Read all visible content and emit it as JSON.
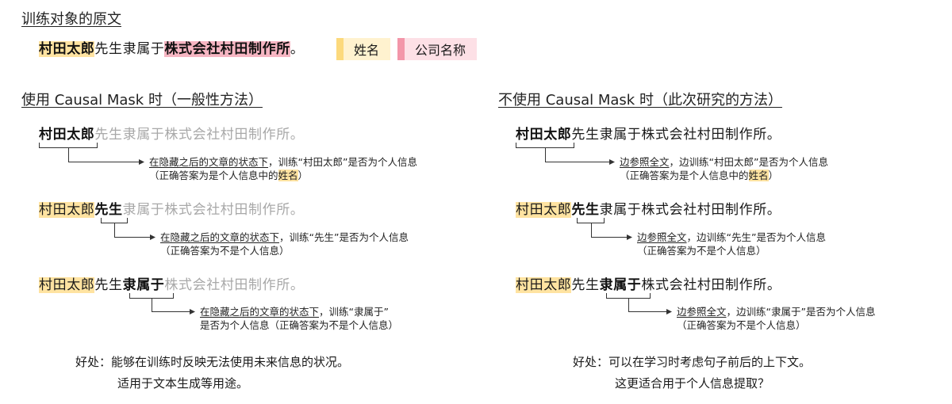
{
  "original": {
    "title": "训练对象的原文",
    "sentence": {
      "name": "村田太郎",
      "middle": "先生隶属于",
      "company": "株式会社村田制作所",
      "end": "。"
    },
    "legend": [
      {
        "label": "姓名",
        "stripe_color": "#fcd97c",
        "bg_color": "#fff2cf"
      },
      {
        "label": "公司名称",
        "stripe_color": "#f396a9",
        "bg_color": "#fde0e6"
      }
    ]
  },
  "left": {
    "heading": "使用 Causal Mask 时（一般性方法）",
    "rows": [
      {
        "s1": "村田太郎",
        "s2": "先生隶属于株式会社村田制作所。",
        "note_underlined": "在隐藏之后的文章的状态下",
        "note_rest": "，训练“村田太郎”是否为个人信息",
        "note_line2_pre": "（正确答案为是个人信息中的",
        "note_line2_hl": "姓名",
        "note_line2_post": "）"
      },
      {
        "s1": "村田太郎",
        "s2": "先生",
        "s3": "隶属于株式会社村田制作所。",
        "note_underlined": "在隐藏之后的文章的状态下",
        "note_rest": "，训练“先生”是否为个人信息",
        "note_line2": "（正确答案为不是个人信息）"
      },
      {
        "s1": "村田太郎",
        "s2": "先生",
        "s3": "隶属于",
        "s4": "株式会社村田制作所。",
        "note_underlined": "在隐藏之后的文章的状态下",
        "note_rest": "，训练“隶属于”",
        "note_line2": "是否为个人信息（正确答案为不是个人信息）"
      }
    ],
    "benefit_label": "好处：",
    "benefit_line1": "能够在训练时反映无法使用未来信息的状况。",
    "benefit_line2": "适用于文本生成等用途。"
  },
  "right": {
    "heading": "不使用 Causal Mask 时（此次研究的方法）",
    "rows": [
      {
        "s1": "村田太郎",
        "s2": "先生隶属于株式会社村田制作所。",
        "note_underlined": "边参照全文",
        "note_rest": "，边训练“村田太郎”是否为个人信息",
        "note_line2_pre": "（正确答案为是个人信息中的",
        "note_line2_hl": "姓名",
        "note_line2_post": "）"
      },
      {
        "s1": "村田太郎",
        "s2": "先生",
        "s3": "隶属于株式会社村田制作所。",
        "note_underlined": "边参照全文",
        "note_rest": "，边训练“先生”是否为个人信息",
        "note_line2": "（正确答案为不是个人信息）"
      },
      {
        "s1": "村田太郎",
        "s2": "先生",
        "s3": "隶属于",
        "s4": "株式会社村田制作所。",
        "note_underlined": "边参照全文",
        "note_rest": "，边训练“隶属于”是否为个人信息",
        "note_line2": "（正确答案为不是个人信息）"
      }
    ],
    "benefit_label": "好处：",
    "benefit_line1": "可以在学习时考虑句子前后的上下文。",
    "benefit_line2": "这更适合用于个人信息提取？"
  },
  "colors": {
    "name_highlight": "#ffe3a1",
    "company_highlight": "#f6b5c2",
    "masked_text": "#a8a8a8",
    "connector": "#333333"
  }
}
